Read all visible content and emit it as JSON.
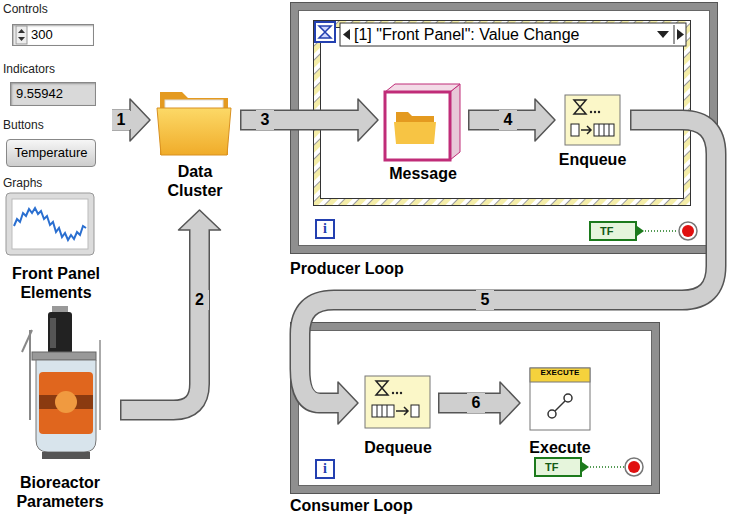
{
  "diagram": {
    "nodes": [
      {
        "text": [
          "Controls",
          "Indicators",
          "Buttons",
          "Graphs",
          "Front Panel Elements"
        ]
      },
      {
        "text": [
          "300"
        ],
        "in": 0
      },
      {
        "text": [
          "9.55942"
        ],
        "in": 0
      },
      {
        "text": [
          "Temperature"
        ],
        "in": 0
      },
      {
        "text": [
          "Bioreactor Parameters"
        ]
      },
      {
        "text": [
          "Data Cluster"
        ]
      },
      {
        "text": [
          "Producer Loop"
        ]
      },
      {
        "text": [
          "[1] \"Front Panel\": Value Change"
        ],
        "in": 6
      },
      {
        "text": [
          "Message"
        ],
        "in": 7
      },
      {
        "text": [
          "Enqueue"
        ],
        "in": 7
      },
      {
        "text": [
          "Consumer Loop"
        ]
      },
      {
        "text": [
          "Dequeue"
        ],
        "in": 10
      },
      {
        "text": [
          "EXECUTE",
          "Execute"
        ],
        "in": 10
      }
    ],
    "edges": [
      {
        "from": 0,
        "to": 5,
        "arrow": "to",
        "label": "1"
      },
      {
        "from": 4,
        "to": 5,
        "arrow": "to",
        "label": "2"
      },
      {
        "from": 5,
        "to": 8,
        "arrow": "to",
        "label": "3"
      },
      {
        "from": 8,
        "to": 9,
        "arrow": "to",
        "label": "4"
      },
      {
        "from": 9,
        "to": 11,
        "arrow": "to",
        "label": "5"
      },
      {
        "from": 11,
        "to": 12,
        "arrow": "to",
        "label": "6"
      }
    ],
    "labels": [
      "i",
      "TF",
      "i",
      "TF"
    ]
  }
}
